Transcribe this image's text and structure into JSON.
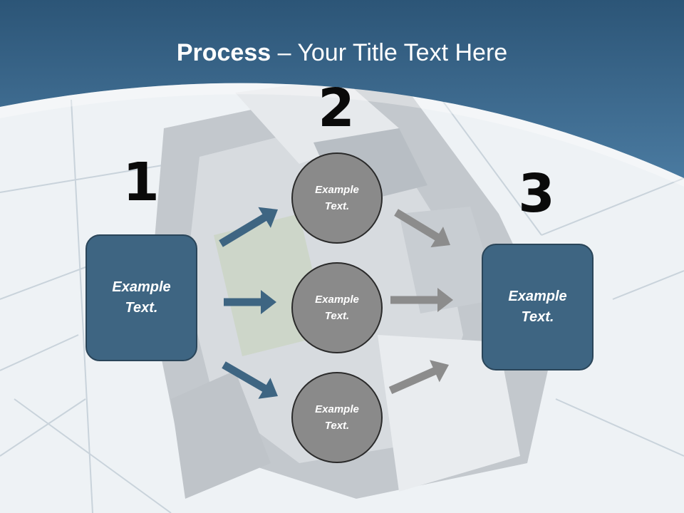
{
  "slide": {
    "title_bold": "Process",
    "title_rest": " – Your Title Text Here"
  },
  "steps": [
    {
      "number": "1",
      "label": "Example Text."
    },
    {
      "number": "2"
    },
    {
      "number": "3",
      "label": "Example Text."
    }
  ],
  "circles": [
    {
      "label": "Example Text."
    },
    {
      "label": "Example Text."
    },
    {
      "label": "Example Text."
    }
  ],
  "colors": {
    "header_blue": "#3d6a8e",
    "box_blue": "#3e6582",
    "circle_gray": "#8a8a8a",
    "arrow_blue": "#3e6582",
    "arrow_gray": "#8c8c8c"
  }
}
